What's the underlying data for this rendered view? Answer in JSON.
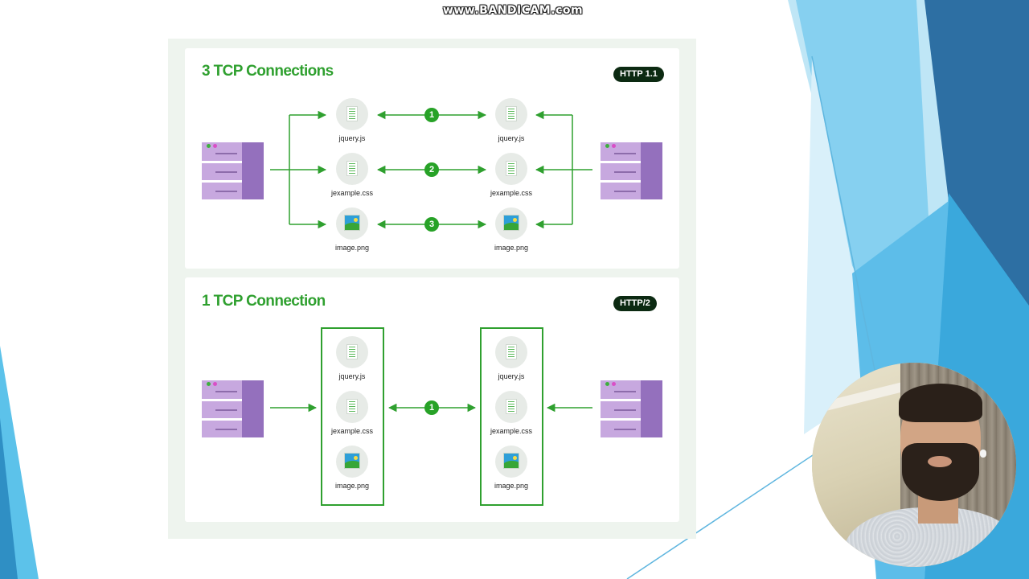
{
  "watermark": "www.BANDICAM.com",
  "colors": {
    "accent_green": "#2fa02f",
    "badge_bg": "#0c2a12",
    "server_purple": "#c7a8df",
    "background_blue": "#56bde8"
  },
  "http1": {
    "title": "3 TCP Connections",
    "badge": "HTTP 1.1",
    "files": [
      {
        "label": "jquery.js",
        "icon": "document-icon"
      },
      {
        "label": "jexample.css",
        "icon": "document-icon"
      },
      {
        "label": "image.png",
        "icon": "image-icon"
      }
    ],
    "connections": [
      "1",
      "2",
      "3"
    ]
  },
  "http2": {
    "title": "1 TCP Connection",
    "badge": "HTTP/2",
    "files": [
      {
        "label": "jquery.js",
        "icon": "document-icon"
      },
      {
        "label": "jexample.css",
        "icon": "document-icon"
      },
      {
        "label": "image.png",
        "icon": "image-icon"
      }
    ],
    "connections": [
      "1"
    ]
  }
}
